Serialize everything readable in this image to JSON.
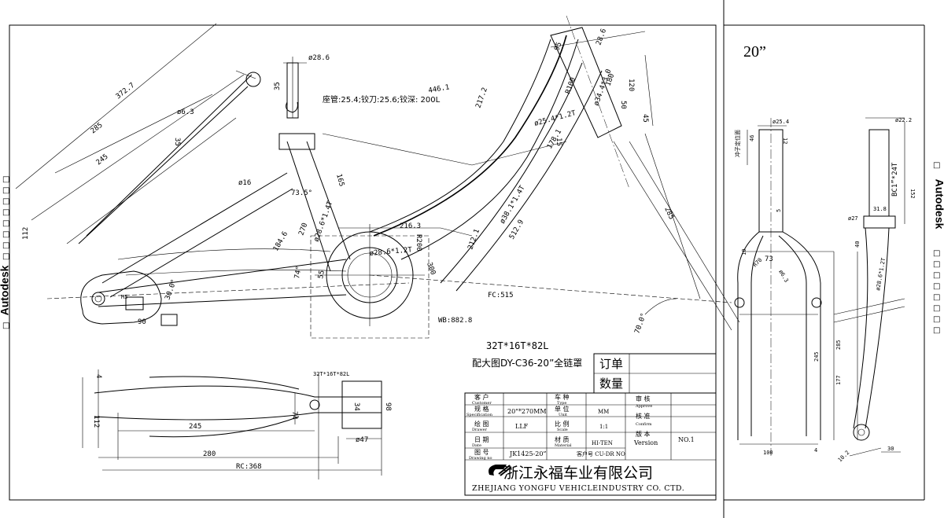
{
  "watermark": {
    "text": "Autodesk"
  },
  "size_label": "20”",
  "seat": {
    "diameter": "ø28.6",
    "dim35": "35",
    "note": "座管:25.4;铰刀:25.6;铰深: 200L"
  },
  "main_dims": {
    "d372": "372.7",
    "d285a": "285",
    "d245a": "245",
    "d112a": "112",
    "phi63": "ø6.3",
    "d35": "35",
    "phi16": "ø16",
    "a735": "73.5°",
    "top28": "ø28.6*1.4T",
    "d270": "270",
    "d165": "165",
    "d1846": "184.6",
    "d2163": "216.3",
    "r200": "R200",
    "d2121": "212.1",
    "d300": "300",
    "seatstay": "ø28.6*1.2T",
    "a74": "74°",
    "d30": "30.0°",
    "d905": "90",
    "m5": "M5",
    "d55": "55",
    "fc": "FC:515",
    "wb": "WB:882.8",
    "a700": "70.0°",
    "d285b": "285",
    "downtube": "ø38.1*1.4T",
    "d5129": "512.9",
    "d2172": "217.2",
    "d4461": "446.1",
    "d2866": "28.6",
    "r100": "R100",
    "d254": "ø25.4*1.2T",
    "d1781": "178.1",
    "d15": "15",
    "head": "ø34.4*3.0",
    "d120": "120",
    "d45": "45",
    "d95": "95",
    "d180": "180",
    "d50": "50"
  },
  "gear_note": "32T*16T*82L",
  "chainguard_note": "配大图DY-C36-20”全链罩",
  "order_box": {
    "order": "订单",
    "qty": "数量"
  },
  "rear_view": {
    "gear": "32T*16T*82L",
    "d112": "112",
    "d245": "245",
    "d280": "280",
    "rc": "RC:368",
    "d74": "74",
    "d34": "34",
    "d98": "98",
    "d47": "ø47",
    "d4": "4"
  },
  "title_block": {
    "customer_cn": "客 户",
    "customer_en": "Customer",
    "spec_cn": "规 格",
    "spec_en": "Specification",
    "spec_val": "20\"*270MM",
    "drawer_cn": "绘 图",
    "drawer_en": "Drawer",
    "drawer_val": "LLF",
    "date_cn": "日 期",
    "date_en": "Date",
    "drawing_cn": "图 号",
    "drawing_en": "Drawing no",
    "drawing_val": "JK1425-20”",
    "type_cn": "车 种",
    "type_en": "Type",
    "unit_cn": "单 位",
    "unit_en": "Unit",
    "unit_val": "MM",
    "scale_cn": "比 例",
    "scale_en": "Scale",
    "scale_val": "1:1",
    "material_cn": "材 质",
    "material_en": "Material",
    "material_val": "HI-TEN",
    "cust_no": "客户号 CU-DR NO",
    "approve_cn": "审 核",
    "approve_en": "Approve",
    "confirm_cn": "核 准",
    "confirm_en": "Confirm",
    "version_cn": "版 本",
    "version_en": "Version",
    "version_val": "NO.1",
    "company_cn": "浙江永福车业有限公司",
    "company_en": "ZHEJIANG YONGFU VEHICLEINDUSTRY CO. CTD."
  },
  "fork": {
    "phi254": "ø25.4",
    "d46": "46",
    "d12": "12",
    "steer_note": "冲子定位面",
    "d5": "5",
    "d10": "10",
    "r70": "R70",
    "d63": "ø6.3",
    "d73": "73",
    "d285": "285",
    "d245": "245",
    "d100": "100",
    "d4": "4",
    "phi222": "ø22.2",
    "bc": "BC1”*24T",
    "d152": "152",
    "phi27": "ø27",
    "d318": "31.8",
    "d40": "40",
    "blade": "ø28.6*1.2T",
    "d177": "177",
    "d102": "10.2",
    "d30": "30"
  }
}
